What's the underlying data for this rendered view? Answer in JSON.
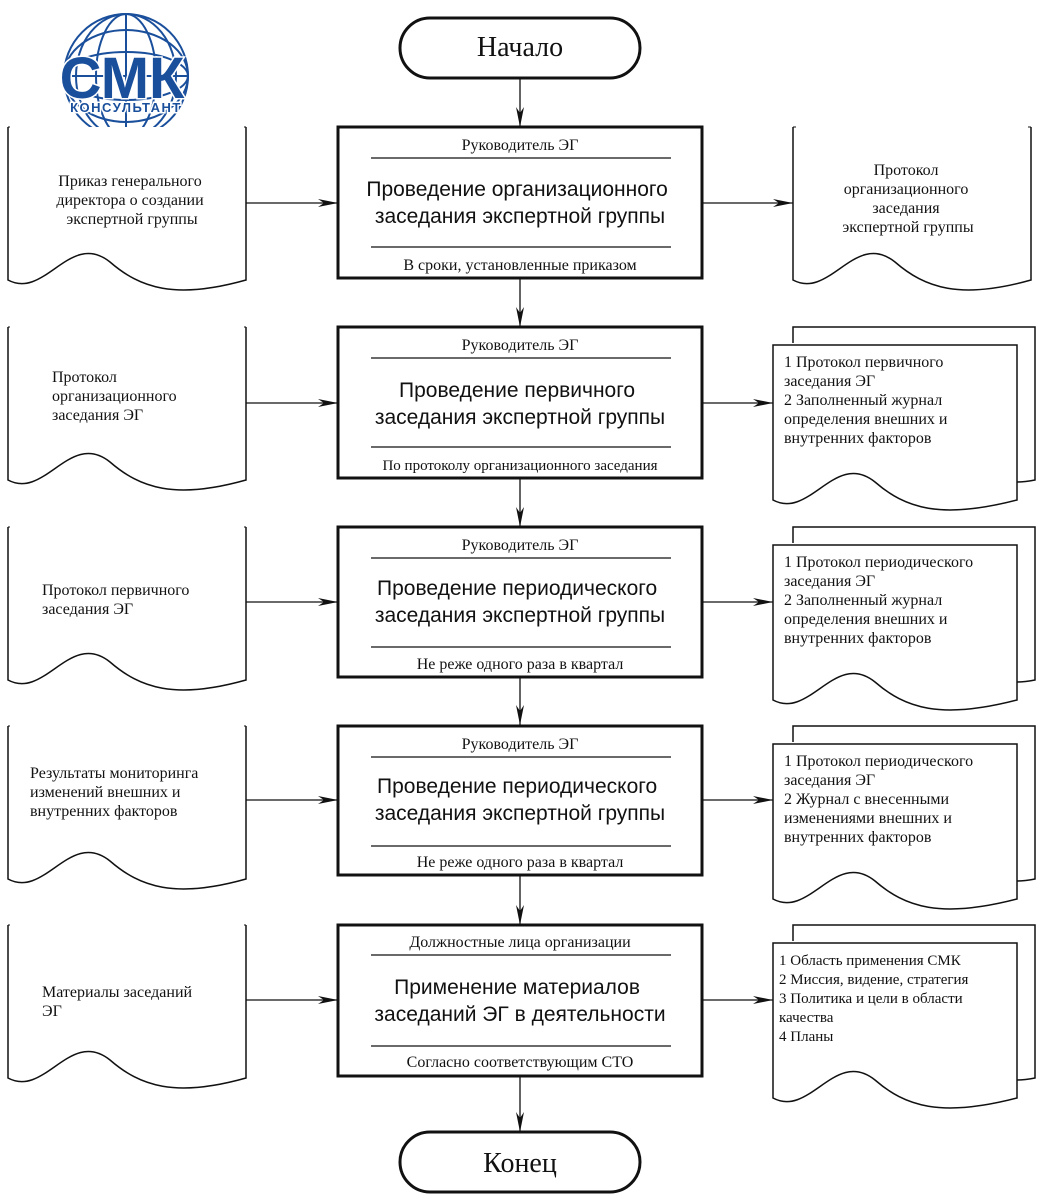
{
  "logo": {
    "main_text": "СМК",
    "sub_text": "КОНСУЛЬТАНТ",
    "color": "#1a4f9c"
  },
  "terminals": {
    "start": "Начало",
    "end": "Конец"
  },
  "process_steps": [
    {
      "role": "Руководитель ЭГ",
      "title_lines": [
        "Проведение организационного",
        "заседания экспертной группы"
      ],
      "timing": "В сроки, установленные приказом",
      "input_lines": [
        "Приказ генерального",
        "директора о создании",
        "экспертной группы"
      ],
      "output_lines": [
        "Протокол",
        "организационного",
        "заседания",
        "экспертной группы"
      ]
    },
    {
      "role": "Руководитель ЭГ",
      "title_lines": [
        "Проведение первичного",
        "заседания экспертной группы"
      ],
      "timing": "По протоколу  организационного заседания",
      "input_lines": [
        "Протокол",
        "организационного",
        "заседания ЭГ"
      ],
      "output_lines": [
        "1 Протокол первичного",
        "заседания ЭГ",
        "2 Заполненный журнал",
        "определения внешних и",
        "внутренних факторов"
      ]
    },
    {
      "role": "Руководитель ЭГ",
      "title_lines": [
        "Проведение периодического",
        "заседания экспертной группы"
      ],
      "timing": "Не реже одного раза в квартал",
      "input_lines": [
        "Протокол первичного",
        "заседания ЭГ"
      ],
      "output_lines": [
        "1 Протокол периодического",
        "заседания ЭГ",
        "2 Заполненный журнал",
        "определения внешних и",
        "внутренних факторов"
      ]
    },
    {
      "role": "Руководитель ЭГ",
      "title_lines": [
        "Проведение периодического",
        "заседания экспертной группы"
      ],
      "timing": "Не реже одного раза в квартал",
      "input_lines": [
        "Результаты мониторинга",
        "изменений внешних и",
        "внутренних факторов"
      ],
      "output_lines": [
        "1 Протокол периодического",
        "заседания ЭГ",
        "2 Журнал с внесенными",
        "изменениями внешних и",
        "внутренних факторов"
      ]
    },
    {
      "role": "Должностные лица организации",
      "title_lines": [
        "Применение материалов",
        "заседаний ЭГ в деятельности"
      ],
      "timing": "Согласно соответствующим СТО",
      "input_lines": [
        "Материалы заседаний",
        "ЭГ"
      ],
      "output_lines": [
        "1 Область применения СМК",
        "2 Миссия, видение, стратегия",
        "3 Политика и цели в области",
        "качества",
        "4 Планы"
      ]
    }
  ]
}
